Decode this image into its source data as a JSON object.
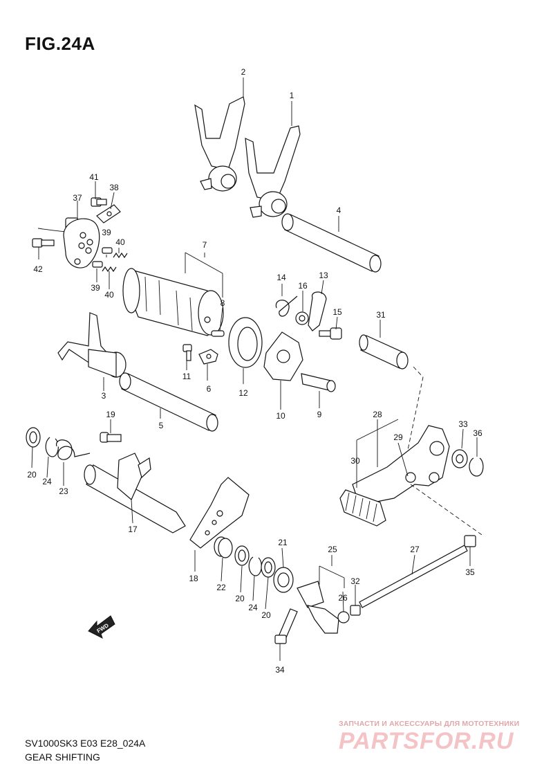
{
  "figure": {
    "title": "FIG.24A"
  },
  "footer": {
    "model_code": "SV1000SK3 E03 E28_024A",
    "section_title": "GEAR SHIFTING"
  },
  "arrow": {
    "label": "FWD"
  },
  "watermark": {
    "caption": "ЗАПЧАСТИ И АКСЕССУАРЫ ДЛЯ МОТОТЕХНИКИ",
    "logo_text": "PARTSFOR.RU"
  },
  "callouts": {
    "c1": "1",
    "c2": "2",
    "c3": "3",
    "c4": "4",
    "c5": "5",
    "c6": "6",
    "c7": "7",
    "c8": "8",
    "c9": "9",
    "c10": "10",
    "c11": "11",
    "c12": "12",
    "c13": "13",
    "c14": "14",
    "c15": "15",
    "c16": "16",
    "c17": "17",
    "c18": "18",
    "c19": "19",
    "c20a": "20",
    "c20b": "20",
    "c20c": "20",
    "c21": "21",
    "c22": "22",
    "c23": "23",
    "c24a": "24",
    "c24b": "24",
    "c25": "25",
    "c26": "26",
    "c27": "27",
    "c28": "28",
    "c29": "29",
    "c30": "30",
    "c31": "31",
    "c32": "32",
    "c33": "33",
    "c34": "34",
    "c35": "35",
    "c36": "36",
    "c37": "37",
    "c38": "38",
    "c39a": "39",
    "c39b": "39",
    "c40a": "40",
    "c40b": "40",
    "c41": "41",
    "c42": "42"
  }
}
